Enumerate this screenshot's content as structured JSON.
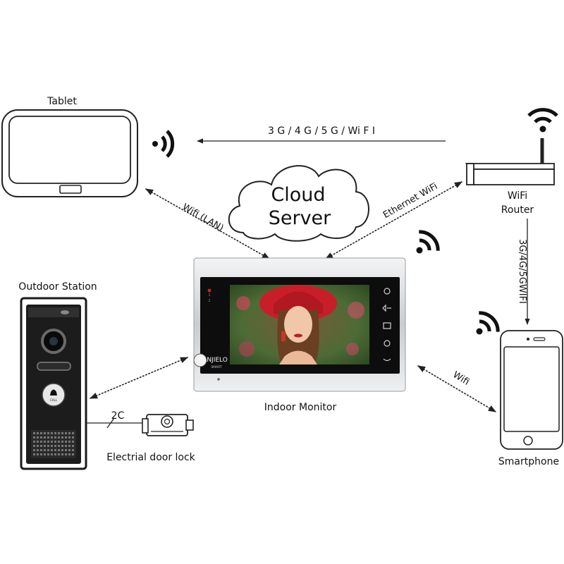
{
  "labels": {
    "tablet": "Tablet",
    "router_line1": "WiFi",
    "router_line2": "Router",
    "cloud_line1": "Cloud",
    "cloud_line2": "Server",
    "outdoor_station": "Outdoor Station",
    "indoor_monitor": "Indoor Monitor",
    "door_lock": "Electrial door lock",
    "smartphone": "Smartphone"
  },
  "connections": {
    "router_to_tablet": "3 G / 4 G / 5 G / Wi F I",
    "tablet_monitor": "Wifi (LAN)",
    "router_monitor": "Ethernet WiFi",
    "router_to_phone": "3G/4G/5GWIFI",
    "monitor_phone": "Wifi",
    "station_lock": "2C"
  },
  "devices": {
    "monitor_brand_1": "ANJIELO",
    "monitor_brand_2": "SMART",
    "monitor_led_1": "1",
    "monitor_led_2": "2",
    "call_button": "CALL"
  },
  "colors": {
    "line": "#222222",
    "device_dark": "#1a1a1a",
    "device_silver": "#d7d9dc",
    "screen_red": "#c81e2a",
    "screen_green": "#3f7a3a"
  }
}
